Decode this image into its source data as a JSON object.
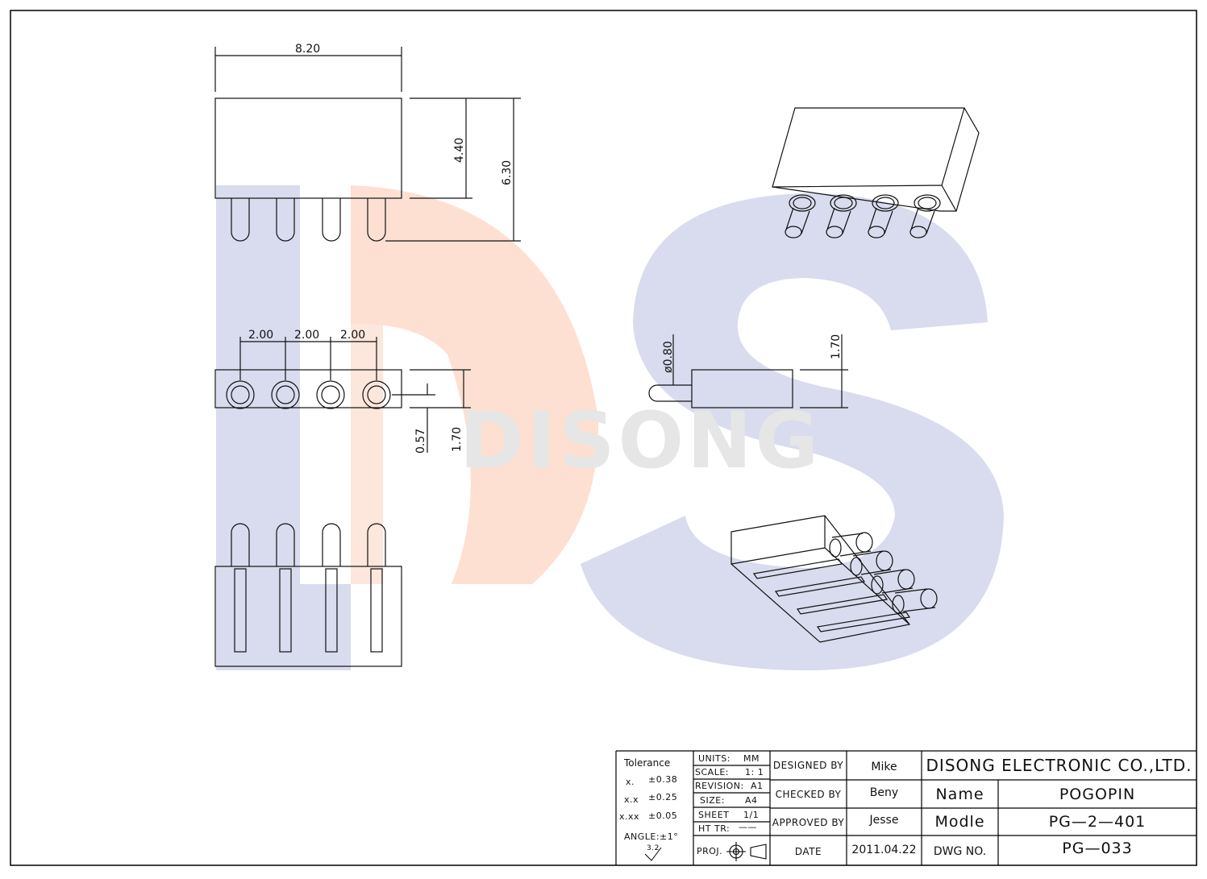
{
  "watermark": {
    "letters": [
      "D",
      "S"
    ],
    "brand": "DISONG",
    "colors": {
      "d": "#d9dbee",
      "s": "#d9dbee",
      "accent": "#fde0d2",
      "brand": "#e6e6e6"
    }
  },
  "dimensions": {
    "width": "8.20",
    "height_body": "4.40",
    "height_total": "6.30",
    "pitch": [
      "2.00",
      "2.00",
      "2.00"
    ],
    "offset": "0.57",
    "depth": "1.70",
    "pin_diameter": "ø0.80",
    "side_height": "1.70"
  },
  "title_block": {
    "tolerance": {
      "title": "Tolerance",
      "rows": [
        {
          "label": "x.",
          "value": "±0.38"
        },
        {
          "label": "x.x",
          "value": "±0.25"
        },
        {
          "label": "x.xx",
          "value": "±0.05"
        }
      ],
      "angle": "ANGLE:±1°",
      "finish": "3.2"
    },
    "specs": [
      {
        "label": "UNITS:",
        "value": "MM"
      },
      {
        "label": "SCALE:",
        "value": "1: 1"
      },
      {
        "label": "REVISION:",
        "value": "A1"
      },
      {
        "label": "SIZE:",
        "value": "A4"
      },
      {
        "label": "SHEET",
        "value": "1/1"
      },
      {
        "label": "HT TR:",
        "value": "——"
      }
    ],
    "proj": "PROJ.",
    "roles": [
      {
        "label": "DESIGNED BY",
        "value": "Mike"
      },
      {
        "label": "CHECKED BY",
        "value": "Beny"
      },
      {
        "label": "APPROVED BY",
        "value": "Jesse"
      },
      {
        "label": "DATE",
        "value": "2011.04.22"
      }
    ],
    "company": "DISONG ELECTRONIC CO.,LTD.",
    "fields": [
      {
        "label": "Name",
        "value": "POGOPIN"
      },
      {
        "label": "Modle",
        "value": "PG—2—401"
      },
      {
        "label": "DWG NO.",
        "value": "PG—033"
      }
    ]
  }
}
